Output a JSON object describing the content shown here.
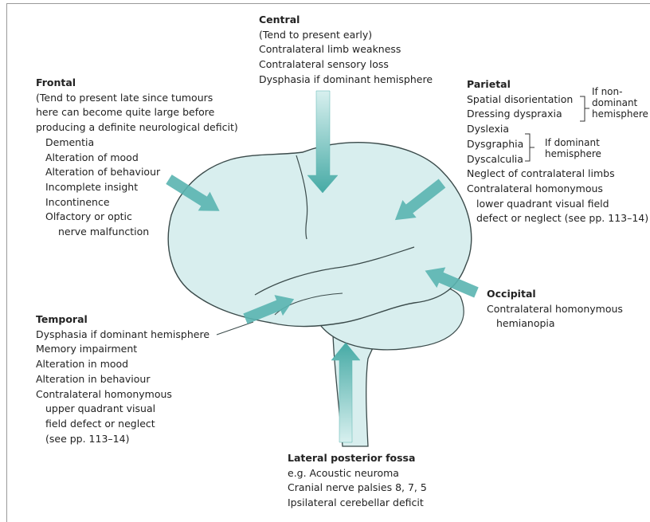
{
  "central": {
    "heading": "Central",
    "lines": [
      "(Tend to present early)",
      "Contralateral limb weakness",
      "Contralateral sensory loss",
      "Dysphasia if dominant hemisphere"
    ]
  },
  "frontal": {
    "heading": "Frontal",
    "lines": [
      "(Tend to present late since tumours",
      "here can become quite large before",
      "producing a definite neurological deficit)",
      "Dementia",
      "Alteration of mood",
      "Alteration of behaviour",
      "Incomplete insight",
      "Incontinence",
      "Olfactory or optic",
      "nerve malfunction"
    ]
  },
  "parietal": {
    "heading": "Parietal",
    "lines": [
      "Spatial disorientation",
      "Dressing dyspraxia",
      "Dyslexia",
      "Dysgraphia",
      "Dyscalculia",
      "Neglect of contralateral limbs",
      "Contralateral homonymous",
      "lower quadrant visual field",
      "defect or neglect (see pp. 113–14)"
    ],
    "bracket1": [
      "If non-",
      "dominant",
      "hemisphere"
    ],
    "bracket2": [
      "If dominant",
      "hemisphere"
    ]
  },
  "occipital": {
    "heading": "Occipital",
    "lines": [
      "Contralateral homonymous",
      "hemianopia"
    ]
  },
  "temporal": {
    "heading": "Temporal",
    "lines": [
      "Dysphasia if dominant hemisphere",
      "Memory impairment",
      "Alteration in mood",
      "Alteration in behaviour",
      "Contralateral homonymous",
      "upper quadrant visual",
      "field defect or neglect",
      "(see pp. 113–14)"
    ]
  },
  "fossa": {
    "heading": "Lateral posterior fossa",
    "lines": [
      "e.g. Acoustic neuroma",
      "Cranial nerve palsies 8, 7, 5",
      "Ipsilateral cerebellar deficit"
    ]
  },
  "colors": {
    "brain_fill": "#d8eeee",
    "brain_stroke": "#3a4a4a",
    "arrow_fill": "#5ab4b0",
    "arrow_light": "#bfe3e1",
    "heading_text": "#222222"
  }
}
